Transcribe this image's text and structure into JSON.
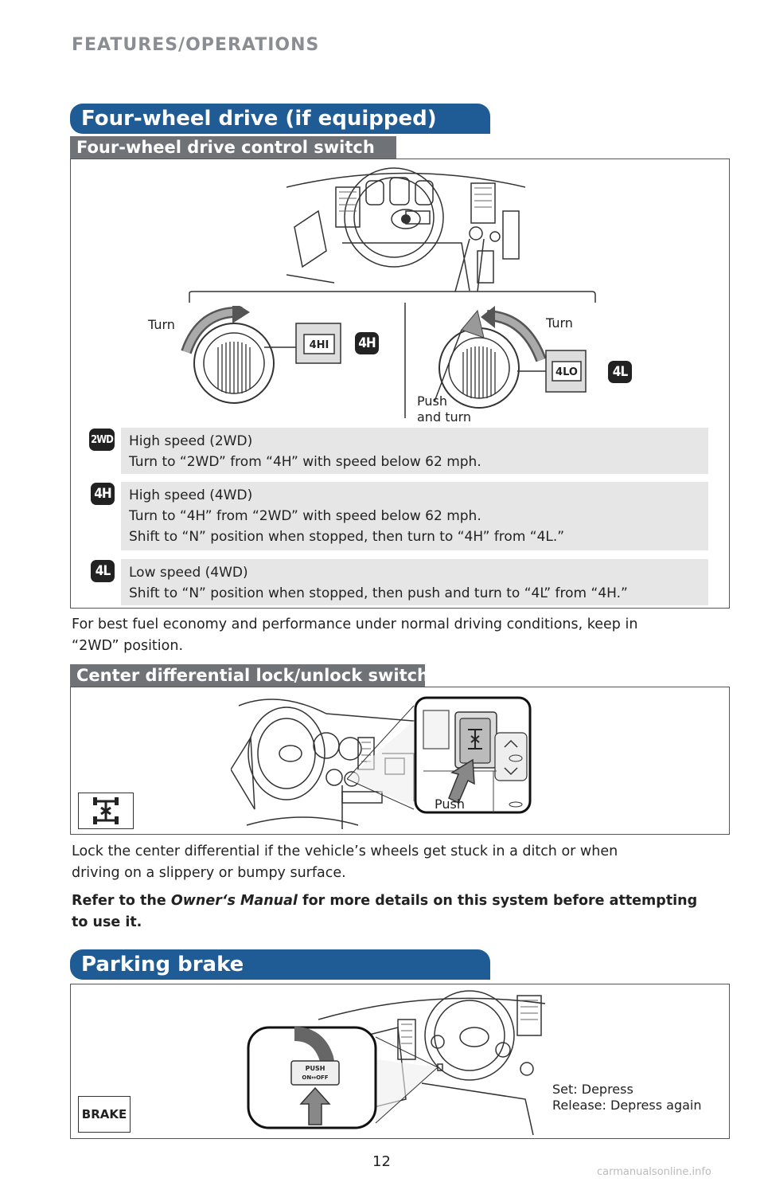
{
  "page": {
    "section_header": "FEATURES/OPERATIONS",
    "page_number": "12",
    "watermark": "carmanualsonline.info"
  },
  "four_wheel_drive": {
    "title": "Four-wheel drive (if equipped)",
    "subtitle": "Four-wheel drive control switch",
    "labels": {
      "turn_left": "Turn",
      "turn_right": "Turn",
      "push_and_turn_1": "Push",
      "push_and_turn_2": "and turn",
      "knob_4hi": "4HI",
      "knob_4lo": "4LO"
    },
    "badges": {
      "b2wd": "2WD",
      "b4h": "4H",
      "b4l": "4L"
    },
    "rows": [
      {
        "badge": "2WD",
        "lines": [
          "High speed (2WD)",
          "Turn to “2WD” from “4H” with speed below 62 mph."
        ]
      },
      {
        "badge": "4H",
        "lines": [
          "High speed (4WD)",
          "Turn to “4H” from “2WD” with speed below 62 mph.",
          "Shift to “N” position when stopped, then turn to “4H” from “4L.”"
        ]
      },
      {
        "badge": "4L",
        "lines": [
          "Low speed (4WD)",
          "Shift to “N” position when stopped, then push and turn to “4L” from “4H.”"
        ]
      }
    ],
    "note_line1": "For best fuel economy and performance under normal driving conditions, keep in",
    "note_line2": "“2WD” position."
  },
  "center_diff": {
    "subtitle": "Center differential lock/unlock switch",
    "push_label": "Push",
    "body_line1": "Lock the center differential if the vehicle’s wheels get stuck in a ditch or when",
    "body_line2": "driving on a slippery or bumpy surface.",
    "refer_prefix": "Refer to the ",
    "refer_manual": "Owner‘s Manual",
    "refer_suffix": " for more details on this system before attempting",
    "refer_line2": "to use it."
  },
  "parking_brake": {
    "title": "Parking brake",
    "brake_badge": "BRAKE",
    "pedal_text_1": "PUSH",
    "pedal_text_2": "ON↔OFF",
    "set_label": "Set: Depress",
    "release_label": "Release: Depress again"
  },
  "colors": {
    "title_blue": "#1f5b95",
    "subtitle_gray": "#6f7276",
    "header_gray": "#8a8d91",
    "row_gray": "#e6e6e6"
  }
}
